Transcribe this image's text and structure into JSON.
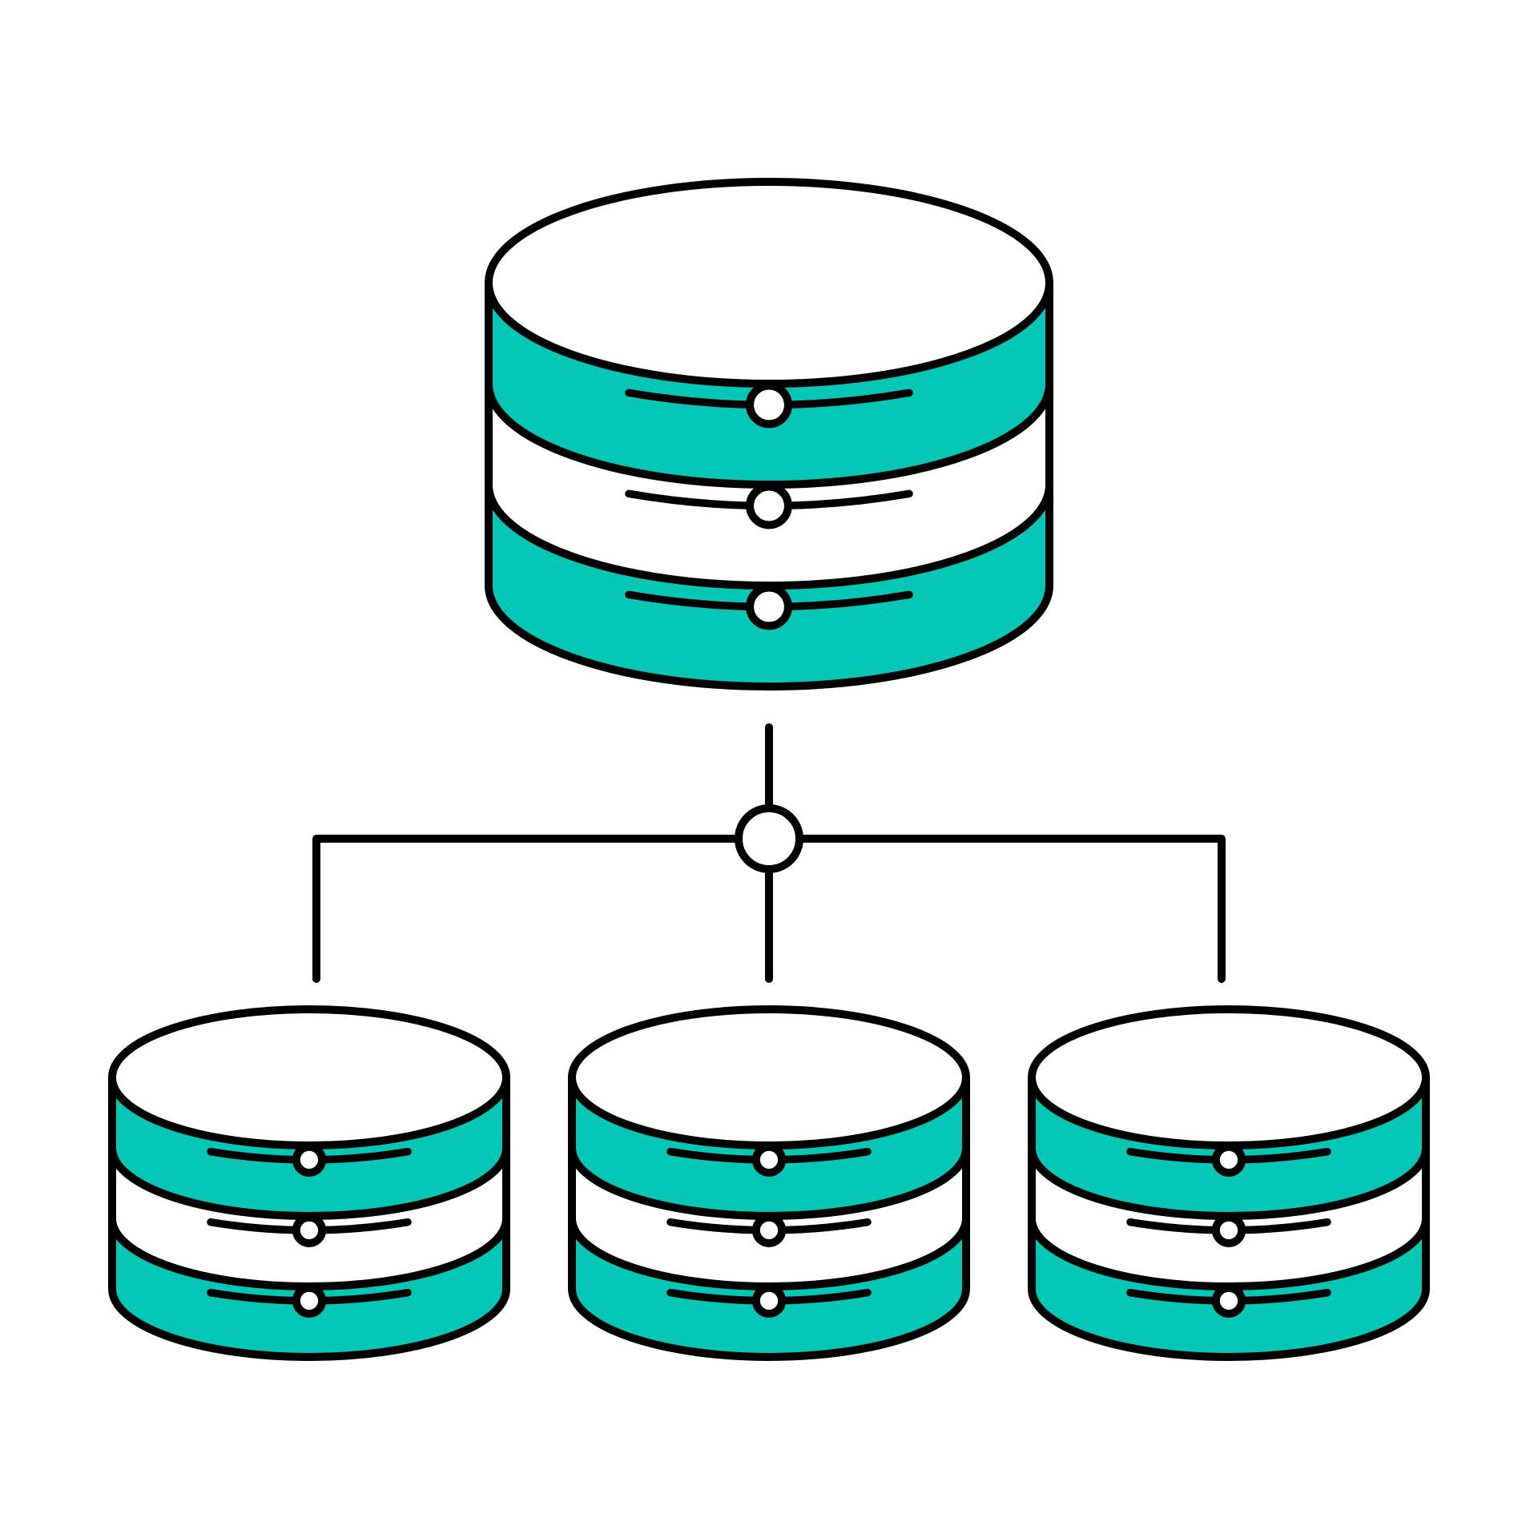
{
  "colors": {
    "accent": "#05C7B6",
    "stroke": "#000000",
    "background": "#FFFFFF",
    "band_fill": "#FFFFFF"
  },
  "icon": "database-replication-icon",
  "nodes": [
    {
      "name": "primary-database-icon",
      "role": "primary",
      "segments": 3,
      "pattern": [
        "accent",
        "white",
        "accent"
      ]
    },
    {
      "name": "replica-database-icon-left",
      "role": "replica",
      "segments": 3,
      "pattern": [
        "accent",
        "white",
        "accent"
      ]
    },
    {
      "name": "replica-database-icon-center",
      "role": "replica",
      "segments": 3,
      "pattern": [
        "accent",
        "white",
        "accent"
      ]
    },
    {
      "name": "replica-database-icon-right",
      "role": "replica",
      "segments": 3,
      "pattern": [
        "accent",
        "white",
        "accent"
      ]
    }
  ],
  "edges": [
    {
      "from": "primary-database-icon",
      "to": "replica-database-icon-left"
    },
    {
      "from": "primary-database-icon",
      "to": "replica-database-icon-center"
    },
    {
      "from": "primary-database-icon",
      "to": "replica-database-icon-right"
    }
  ]
}
